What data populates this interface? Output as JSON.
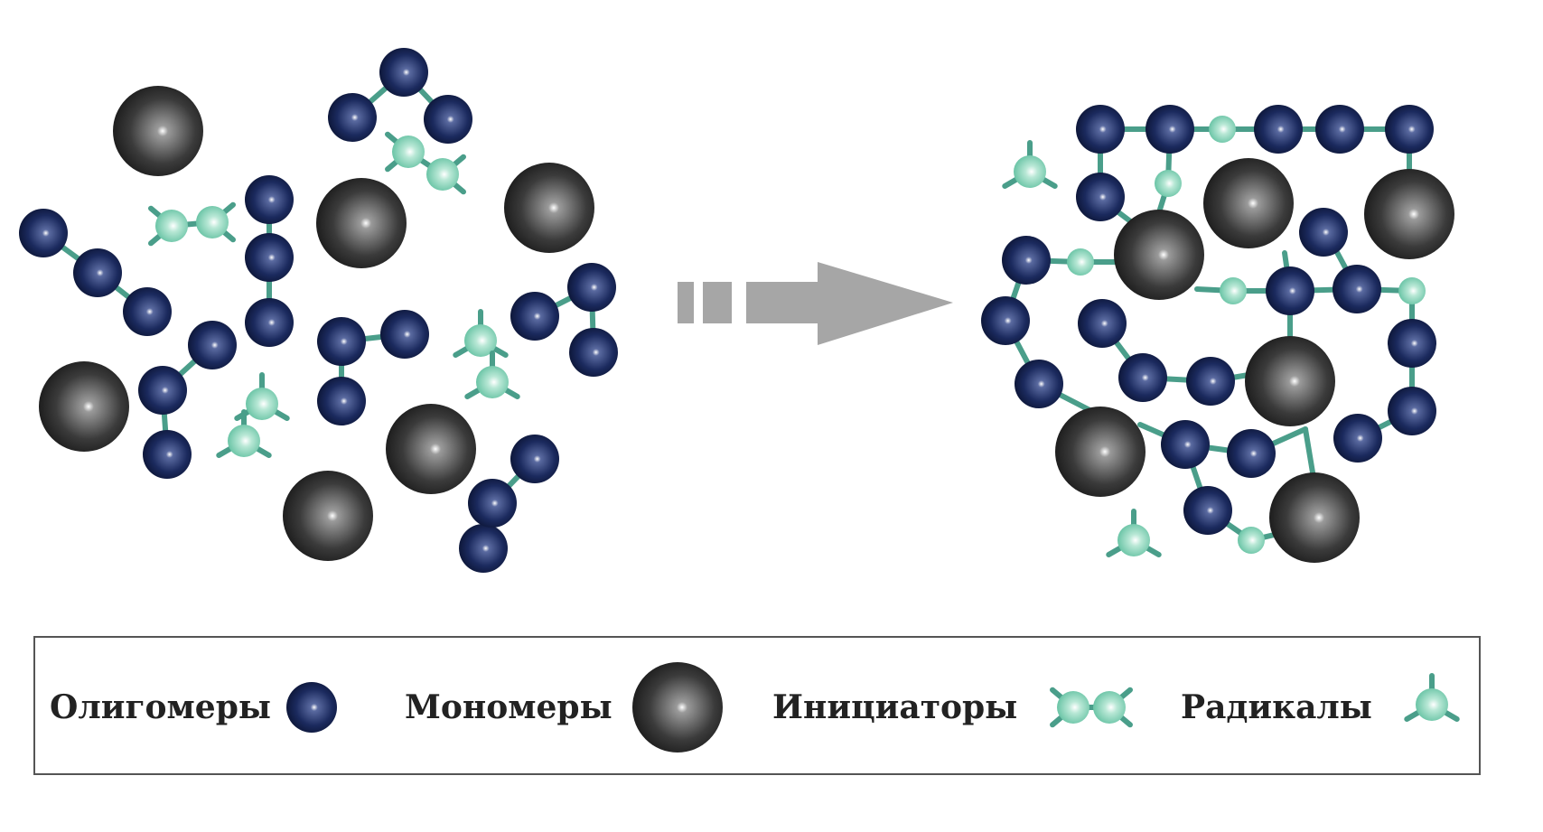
{
  "legend": {
    "oligomers_label": "Олигомеры",
    "monomers_label": "Мономеры",
    "initiators_label": "Инициаторы",
    "radicals_label": "Радикалы"
  },
  "colors": {
    "oligomer": "#1b2a5e",
    "monomer": "#3b3b3b",
    "initiator": "#8fd3b9",
    "bond": "#4a9e8a",
    "arrow": "#a6a6a6",
    "legend_border": "#555555"
  },
  "icons": {
    "arrow": "dashed-right-arrow-icon",
    "oligomer": "navy-sphere-icon",
    "monomer": "gray-sphere-icon",
    "initiator": "initiator-molecule-icon",
    "radical": "radical-molecule-icon"
  }
}
